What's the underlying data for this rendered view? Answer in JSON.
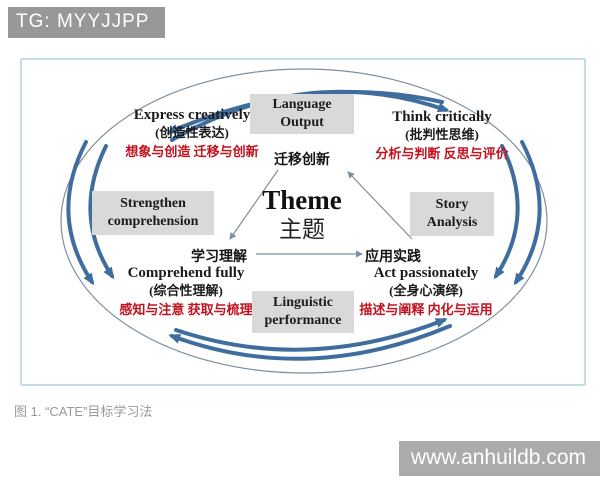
{
  "badge": {
    "text": "TG: MYYJJPP"
  },
  "caption": "图 1. “CATE”目标学习法",
  "watermark": {
    "text": "www.anhuildb.com"
  },
  "colors": {
    "accent_blue": "#3f6e9e",
    "red": "#c1121f",
    "box_gray": "#d9d9d9",
    "frame_border": "#c5dde2",
    "badge_gray": "#989898",
    "watermark_gray": "#ababab"
  },
  "diagram": {
    "center": {
      "title": "Theme",
      "subtitle": "主题"
    },
    "boxes": {
      "top": {
        "line1": "Language",
        "line2": "Output"
      },
      "left": {
        "line1": "Strengthen",
        "line2": "comprehension"
      },
      "right": {
        "line1": "Story",
        "line2": "Analysis"
      },
      "bottom": {
        "line1": "Linguistic",
        "line2": "performance"
      }
    },
    "cycle": {
      "top": "迁移创新",
      "left": "学习理解",
      "right": "应用实践"
    },
    "corners": {
      "top_left": {
        "title": "Express creatively",
        "sub": "(创造性表达)",
        "red": "想象与创造 迁移与创新"
      },
      "top_right": {
        "title": "Think critically",
        "sub": "(批判性思维)",
        "red": "分析与判断 反思与评价"
      },
      "bottom_left": {
        "title": "Comprehend fully",
        "sub": "(综合性理解)",
        "red": "感知与注意 获取与梳理"
      },
      "bottom_right": {
        "title": "Act passionately",
        "sub": "(全身心演绎)",
        "red": "描述与阐释 内化与运用"
      }
    }
  }
}
